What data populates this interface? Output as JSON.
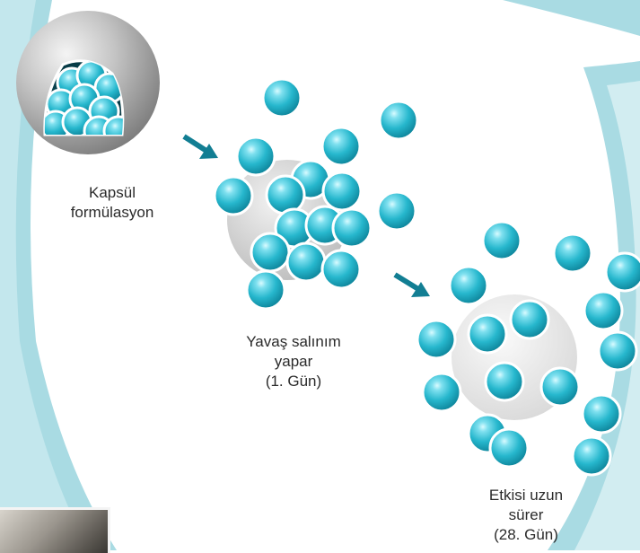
{
  "colors": {
    "background_panel": "#a9dbe3",
    "background_panel_light": "#d2edf1",
    "bead_main": "#26b7cd",
    "bead_highlight": "#c8f4fb",
    "bead_shadow": "#0b7f95",
    "capsule_grey": "#a8a8a8",
    "capsule_core": "#d9d9d9",
    "arrow": "#127e93",
    "text": "#2b2b2b"
  },
  "stages": [
    {
      "lines": [
        "Kapsül",
        "formülasyon"
      ]
    },
    {
      "lines": [
        "Yavaş salınım",
        "yapar",
        "(1. Gün)"
      ]
    },
    {
      "lines": [
        "Etkisi uzun",
        "sürer",
        "(28. Gün)"
      ]
    }
  ]
}
